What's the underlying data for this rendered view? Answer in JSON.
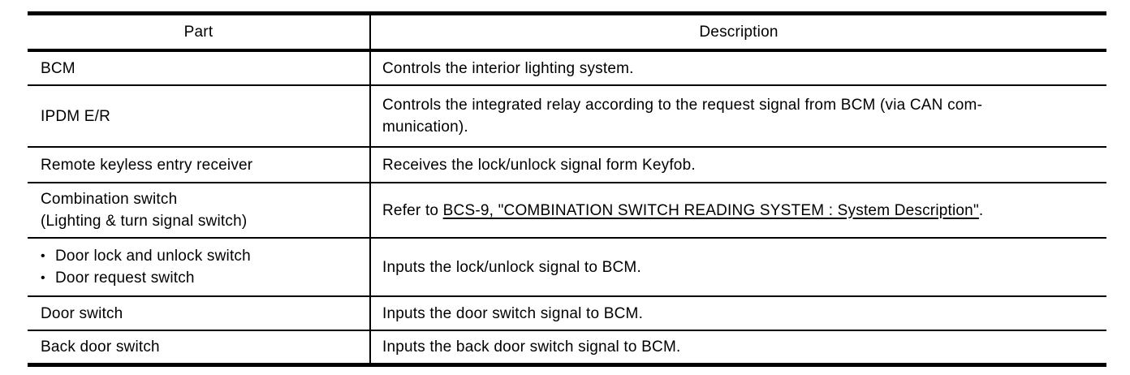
{
  "table": {
    "columns": {
      "part": "Part",
      "description": "Description"
    },
    "bullet_char": "•",
    "rows": [
      {
        "part_lines": [
          "BCM"
        ],
        "desc_lines": [
          "Controls the interior lighting system."
        ]
      },
      {
        "part_lines": [
          "IPDM E/R"
        ],
        "desc_lines": [
          "Controls the integrated relay according to the request signal from BCM (via CAN com-",
          "munication)."
        ]
      },
      {
        "part_lines": [
          "Remote keyless entry receiver"
        ],
        "desc_lines": [
          "Receives the lock/unlock signal form Keyfob."
        ]
      },
      {
        "part_lines": [
          "Combination switch",
          "(Lighting & turn signal switch)"
        ],
        "desc_ref": {
          "prefix": "Refer to ",
          "link": "BCS-9, \"COMBINATION SWITCH READING SYSTEM : System Description\"",
          "suffix": "."
        }
      },
      {
        "part_bullets": [
          "Door lock and unlock switch",
          "Door request switch"
        ],
        "desc_lines": [
          "Inputs the lock/unlock signal to BCM."
        ]
      },
      {
        "part_lines": [
          "Door switch"
        ],
        "desc_lines": [
          "Inputs the door switch signal to BCM."
        ]
      },
      {
        "part_lines": [
          "Back door switch"
        ],
        "desc_lines": [
          "Inputs the back door switch signal to BCM."
        ]
      }
    ]
  }
}
